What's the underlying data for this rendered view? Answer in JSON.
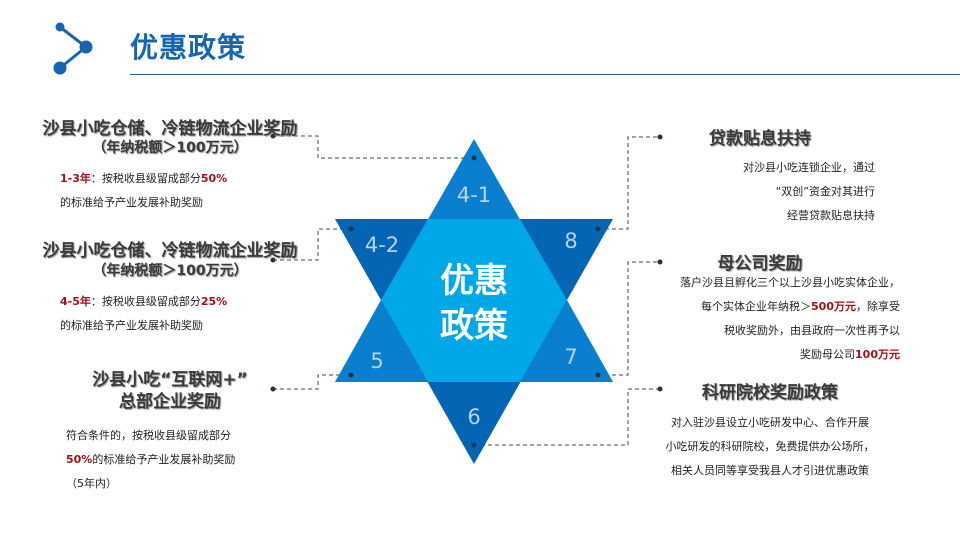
{
  "header": {
    "title": "优惠政策"
  },
  "star": {
    "center_line1": "优惠",
    "center_line2": "政策",
    "labels": {
      "top": "4-1",
      "upper_left": "4-2",
      "upper_right": "8",
      "lower_left": "5",
      "lower_right": "7",
      "bottom": "6"
    },
    "colors": {
      "center": "#00a8e8",
      "up_triangle": "#0a7fd0",
      "down_triangle": "#0565b5"
    }
  },
  "left": [
    {
      "title": "沙县小吃仓储、冷链物流企业奖励",
      "subtitle": "（年纳税额＞100万元）",
      "lead": "1-3年",
      "text1": "：按税收县级留成部分",
      "pct": "50%",
      "text2": "的标准给予产业发展补助奖励"
    },
    {
      "title": "沙县小吃仓储、冷链物流企业奖励",
      "subtitle": "（年纳税额＞100万元）",
      "lead": "4-5年",
      "text1": "：按税收县级留成部分",
      "pct": "25%",
      "text2": "的标准给予产业发展补助奖励"
    },
    {
      "title1": "沙县小吃“互联网+”",
      "title2": "总部企业奖励",
      "text1": "符合条件的，按税收县级留成部分",
      "pct": "50%",
      "text2": "的标准给予产业发展补助奖励",
      "text3": "（5年内）"
    }
  ],
  "right": [
    {
      "title": "贷款贴息扶持",
      "lines": [
        "对沙县小吃连锁企业，通过",
        "“双创”资金对其进行",
        "经营贷款贴息扶持"
      ]
    },
    {
      "title": "母公司奖励",
      "line1": "落户沙县且孵化三个以上沙县小吃实体企业，",
      "line2a": "每个实体企业年纳税＞",
      "line2b": "500万元",
      "line2c": "，除享受",
      "line3": "税收奖励外，由县政府一次性再予以",
      "line4a": "奖励母公司",
      "line4b": "100万元"
    },
    {
      "title": "科研院校奖励政策",
      "lines": [
        "对入驻沙县设立小吃研发中心、合作开展",
        "小吃研发的科研院校，免费提供办公场所，",
        "相关人员同等享受我县人才引进优惠政策"
      ]
    }
  ]
}
